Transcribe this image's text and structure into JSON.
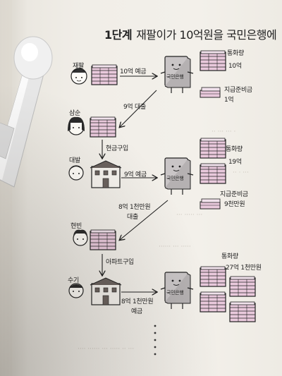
{
  "header": {
    "step": "1단계",
    "title": "재팔이가 10억원을 국민은행에"
  },
  "people": {
    "jaepal": "재팔",
    "samsun": "삼순",
    "daebal": "대발",
    "hyeonbin": "현빈",
    "sugi": "수기"
  },
  "arrows": {
    "deposit_1": "10억 예금",
    "loan_1": "9억 대출",
    "buy_1": "현금구입",
    "deposit_2": "9억 예금",
    "loan_2a": "8억 1천만원",
    "loan_2b": "대출",
    "buy_2": "아파트구입",
    "deposit_3a": "8억 1천만원",
    "deposit_3b": "예금"
  },
  "bank": {
    "label": "국민은행"
  },
  "results": {
    "money_1_label": "통화량",
    "money_1_value": "10억",
    "reserve_1_label": "지급준비금",
    "reserve_1_value": "1억",
    "money_2_label": "통화량",
    "money_2_value": "19억",
    "reserve_2_label": "지급준비금",
    "reserve_2_value": "9천만원",
    "money_3_label": "통화량",
    "money_3_value": "27억 1천만원"
  },
  "colors": {
    "pink": "#e9c9dc",
    "bank_grey": "#c9c5c6",
    "line": "#1f1f1f"
  }
}
